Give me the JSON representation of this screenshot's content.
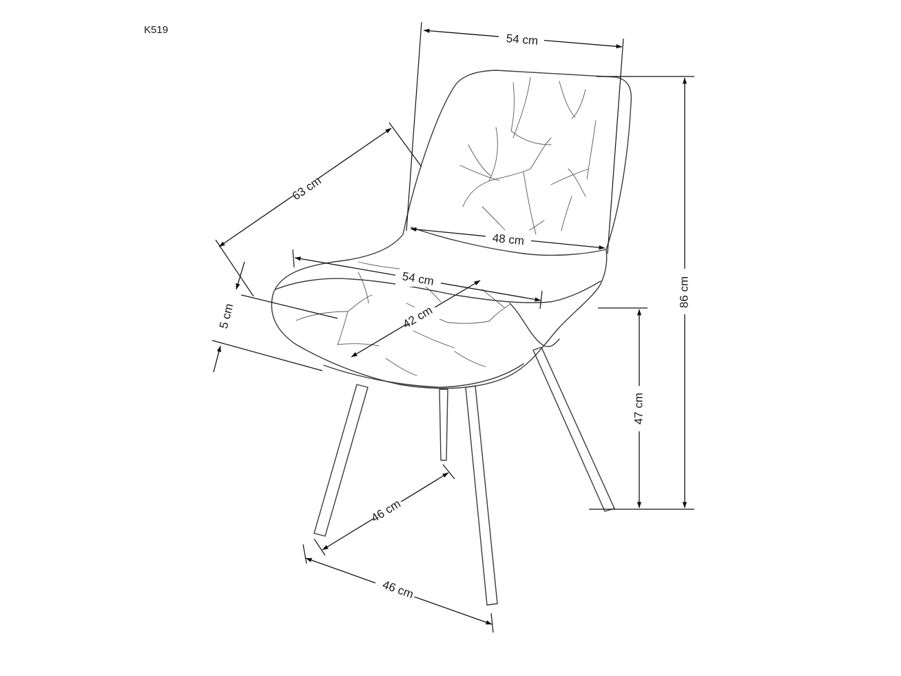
{
  "model_code": "K519",
  "dimensions": {
    "top_width": "54 cm",
    "back_width": "48 cm",
    "seat_width": "54 cm",
    "seat_depth": "42 cm",
    "overall_depth": "63 cm",
    "seat_thickness": "5 cm",
    "total_height": "86 cm",
    "seat_height": "47 cm",
    "leg_depth": "46 cm",
    "leg_width": "46 cm"
  }
}
